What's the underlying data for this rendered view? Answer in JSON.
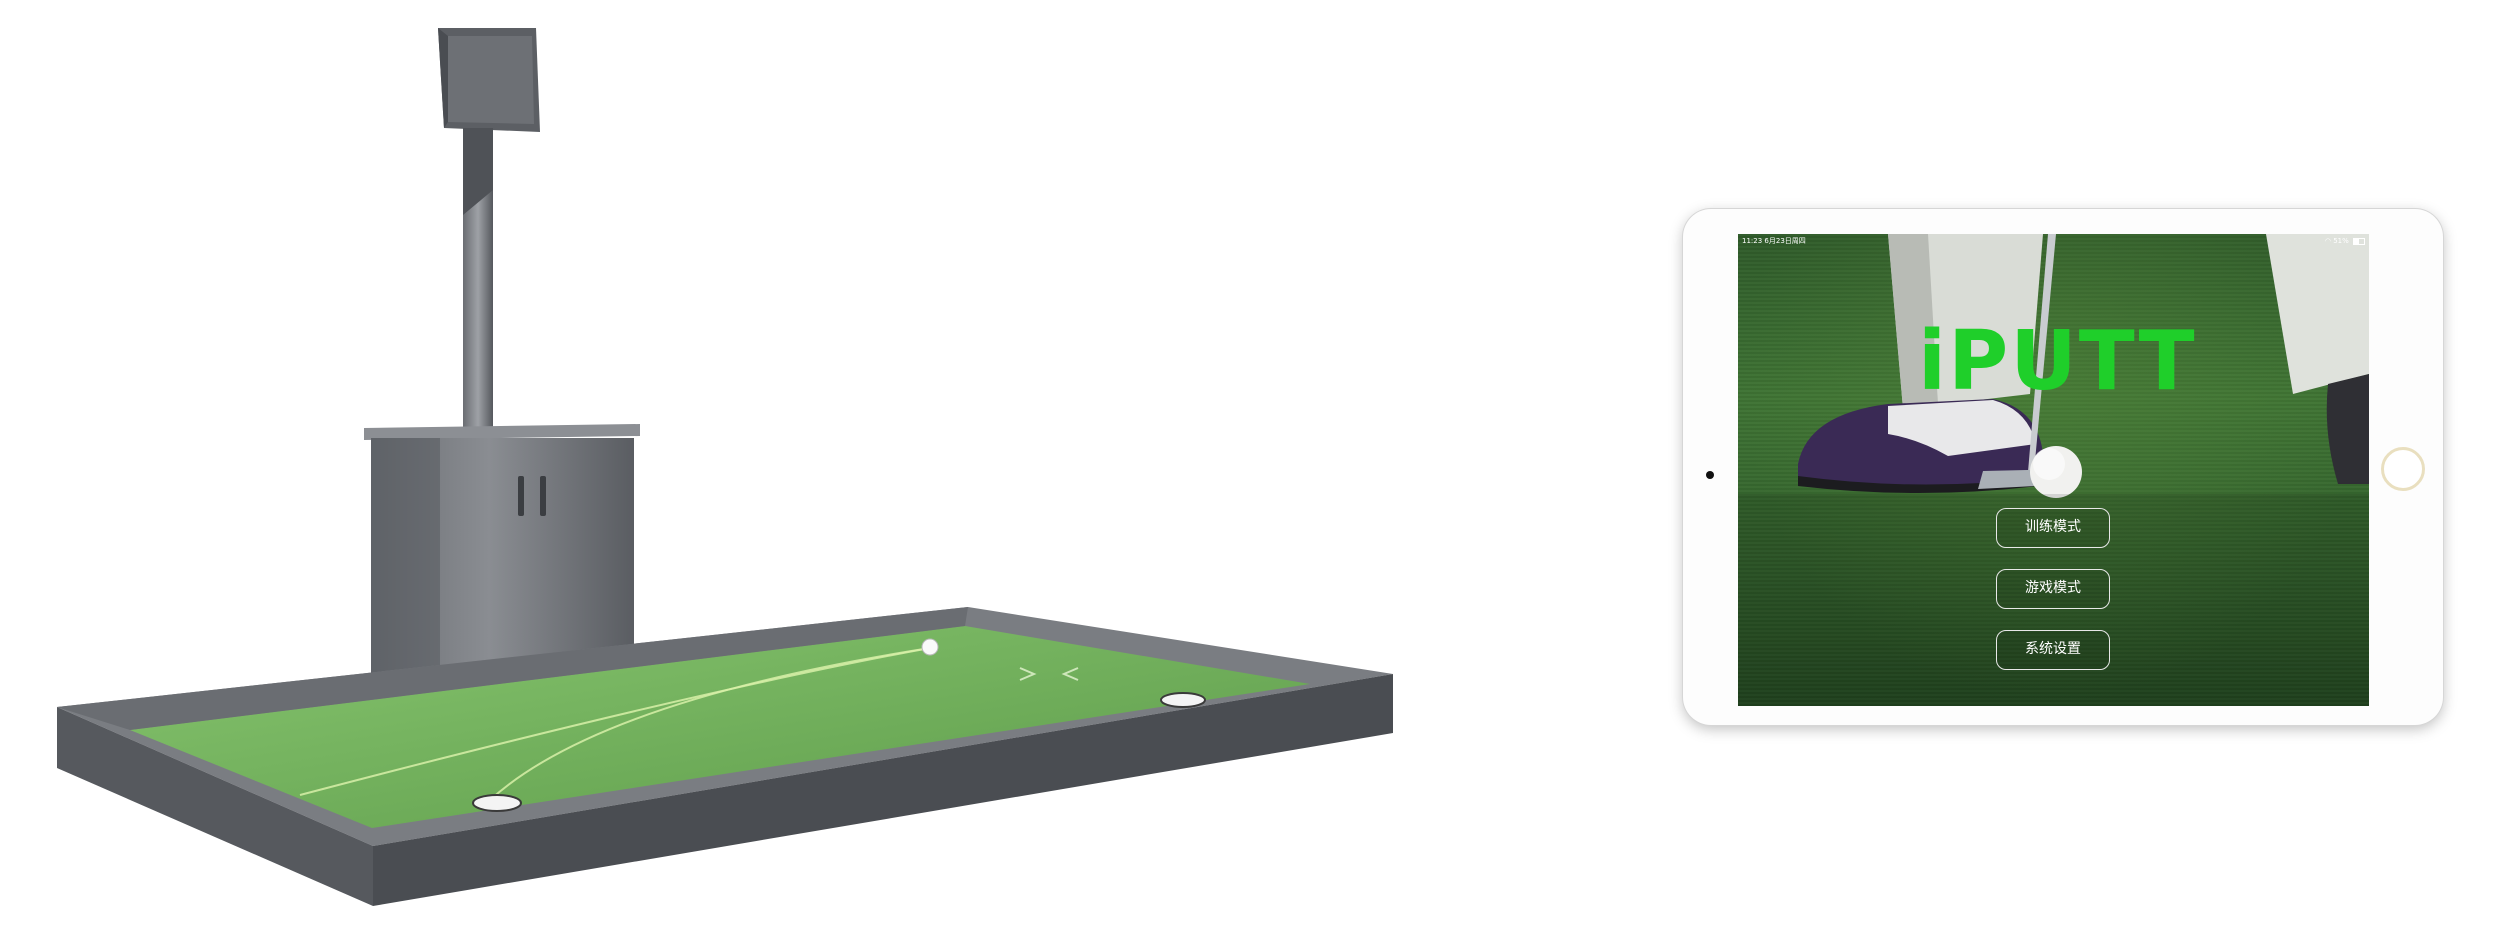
{
  "status_bar": {
    "time": "11:23",
    "date": "6月23日周四",
    "indicators": "51%"
  },
  "app": {
    "logo": "iPUTT"
  },
  "menu": {
    "training_label": "训练模式",
    "game_label": "游戏模式",
    "settings_label": "系统设置"
  },
  "colors": {
    "logo": "#1fcf2a",
    "turf": "#6fa85a",
    "frame": "#55585d",
    "button_border": "#e8e8e8"
  }
}
